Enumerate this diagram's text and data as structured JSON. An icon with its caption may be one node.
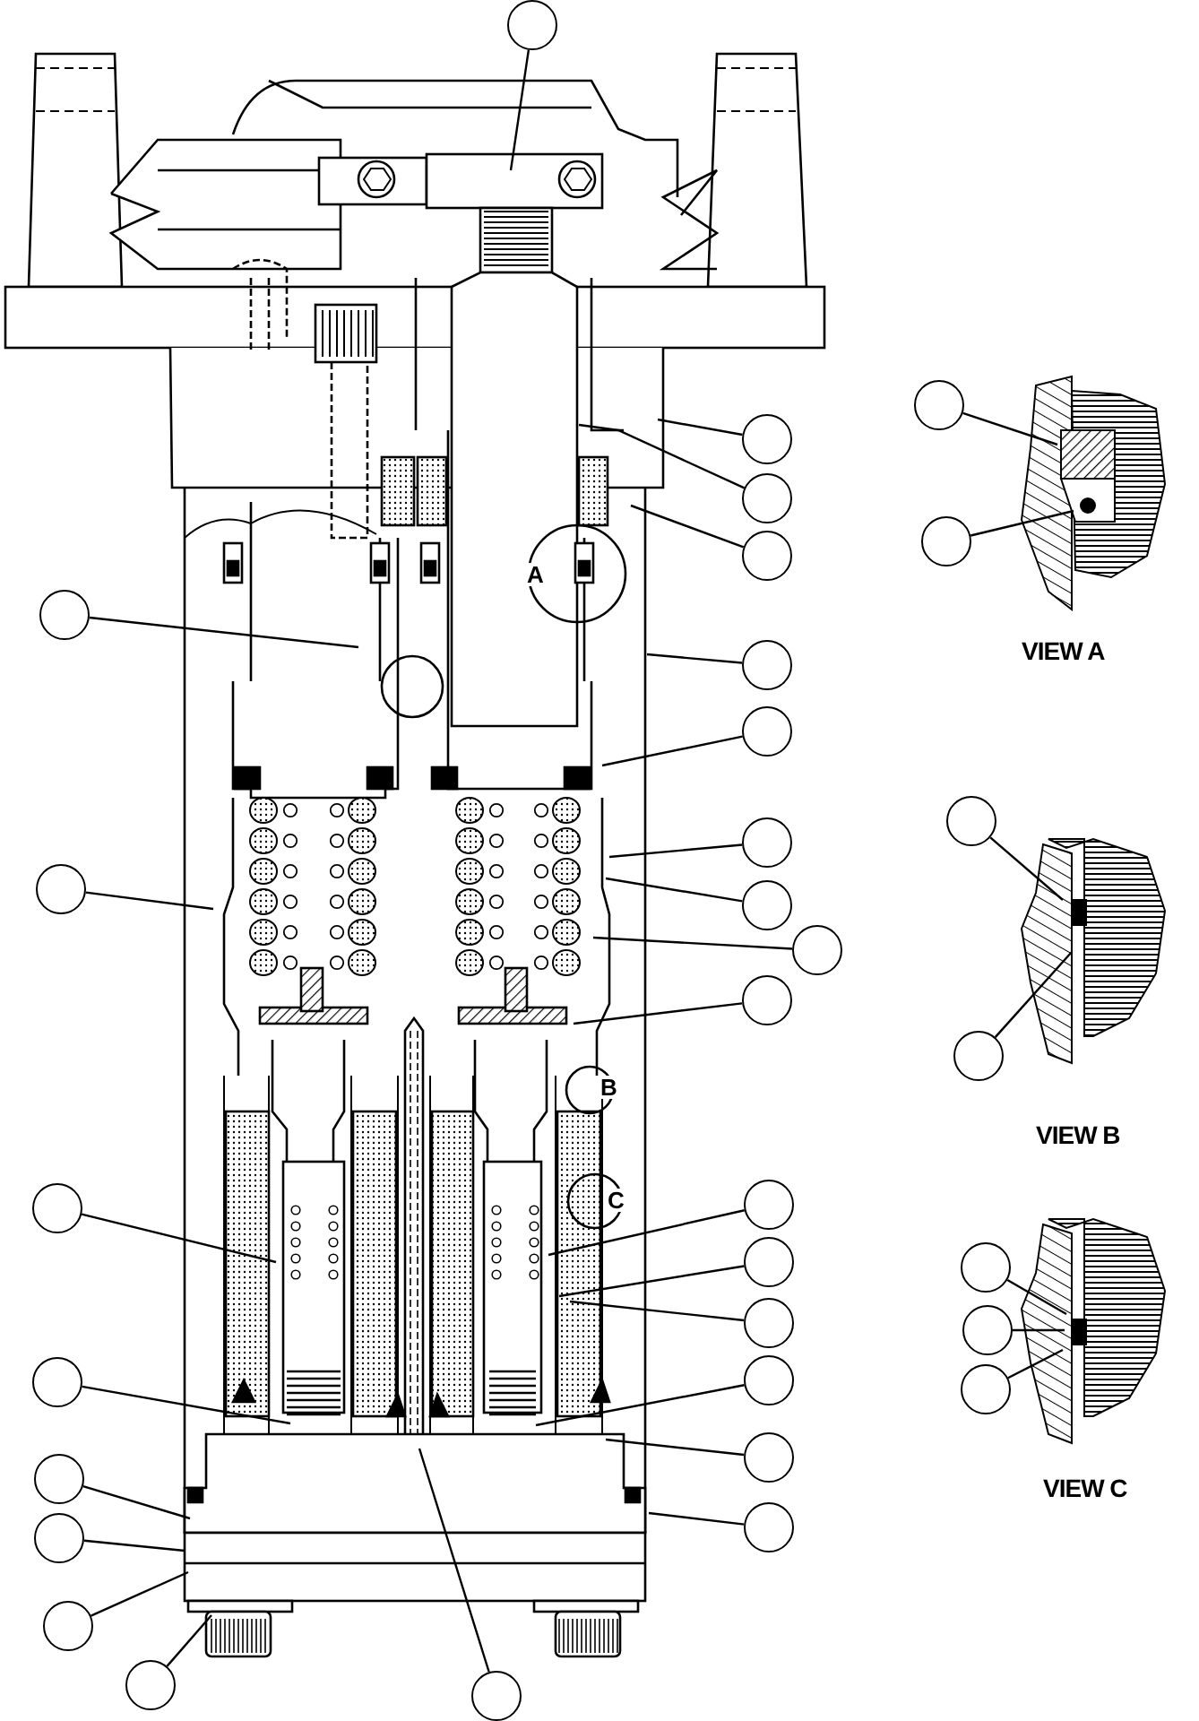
{
  "diagram": {
    "nodes": [
      {
        "text": [],
        "shape": "circle"
      },
      {
        "text": [],
        "shape": "circle"
      },
      {
        "text": [],
        "shape": "circle"
      },
      {
        "text": [],
        "shape": "circle"
      },
      {
        "text": [],
        "shape": "circle"
      },
      {
        "text": [],
        "shape": "circle"
      },
      {
        "text": [],
        "shape": "circle"
      },
      {
        "text": [],
        "shape": "circle"
      },
      {
        "text": [],
        "shape": "circle"
      },
      {
        "text": [],
        "shape": "circle"
      },
      {
        "text": [],
        "shape": "circle"
      },
      {
        "text": [],
        "shape": "circle"
      },
      {
        "text": [],
        "shape": "circle"
      },
      {
        "text": [],
        "shape": "circle"
      },
      {
        "text": [],
        "shape": "circle"
      },
      {
        "text": [],
        "shape": "circle"
      },
      {
        "text": [],
        "shape": "circle"
      },
      {
        "text": [],
        "shape": "circle"
      },
      {
        "text": [],
        "shape": "circle"
      },
      {
        "text": [],
        "shape": "circle"
      },
      {
        "text": [],
        "shape": "circle"
      },
      {
        "text": [],
        "shape": "circle"
      },
      {
        "text": [],
        "shape": "circle"
      },
      {
        "text": [],
        "shape": "circle"
      },
      {
        "text": [],
        "shape": "circle"
      },
      {
        "text": [],
        "shape": "circle"
      },
      {
        "text": [],
        "shape": "circle"
      },
      {
        "text": [],
        "shape": "circle"
      },
      {
        "text": [],
        "shape": "circle"
      },
      {
        "text": [],
        "shape": "circle"
      },
      {
        "text": [],
        "shape": "circle"
      },
      {
        "text": [],
        "shape": "circle"
      }
    ],
    "edges": [
      {
        "from": 0,
        "to": null,
        "arrow": "none"
      },
      {
        "from": 1,
        "to": null,
        "arrow": "none"
      },
      {
        "from": 2,
        "to": null,
        "arrow": "none"
      },
      {
        "from": 3,
        "to": null,
        "arrow": "none"
      },
      {
        "from": 4,
        "to": null,
        "arrow": "none"
      },
      {
        "from": 5,
        "to": null,
        "arrow": "none"
      },
      {
        "from": 6,
        "to": null,
        "arrow": "none"
      },
      {
        "from": 7,
        "to": null,
        "arrow": "none"
      },
      {
        "from": 8,
        "to": null,
        "arrow": "none"
      },
      {
        "from": 9,
        "to": null,
        "arrow": "none"
      },
      {
        "from": 10,
        "to": null,
        "arrow": "none"
      },
      {
        "from": 11,
        "to": null,
        "arrow": "none"
      },
      {
        "from": 12,
        "to": null,
        "arrow": "none"
      },
      {
        "from": 13,
        "to": null,
        "arrow": "none"
      },
      {
        "from": 14,
        "to": null,
        "arrow": "none"
      },
      {
        "from": 15,
        "to": null,
        "arrow": "none"
      },
      {
        "from": 16,
        "to": null,
        "arrow": "none"
      },
      {
        "from": 17,
        "to": null,
        "arrow": "none"
      },
      {
        "from": 18,
        "to": null,
        "arrow": "none"
      },
      {
        "from": 19,
        "to": null,
        "arrow": "none"
      },
      {
        "from": 20,
        "to": null,
        "arrow": "none"
      },
      {
        "from": 21,
        "to": null,
        "arrow": "none"
      },
      {
        "from": 22,
        "to": null,
        "arrow": "none"
      },
      {
        "from": 23,
        "to": null,
        "arrow": "none"
      },
      {
        "from": 24,
        "to": null,
        "arrow": "none"
      },
      {
        "from": 25,
        "to": null,
        "arrow": "none"
      },
      {
        "from": 26,
        "to": null,
        "arrow": "none"
      },
      {
        "from": 27,
        "to": null,
        "arrow": "none"
      },
      {
        "from": 28,
        "to": null,
        "arrow": "none"
      },
      {
        "from": 29,
        "to": null,
        "arrow": "none"
      },
      {
        "from": 30,
        "to": null,
        "arrow": "none"
      },
      {
        "from": 31,
        "to": null,
        "arrow": "none"
      }
    ],
    "labels": [
      "A",
      "VIEW A",
      "B",
      "C",
      "VIEW B",
      "VIEW C"
    ]
  }
}
